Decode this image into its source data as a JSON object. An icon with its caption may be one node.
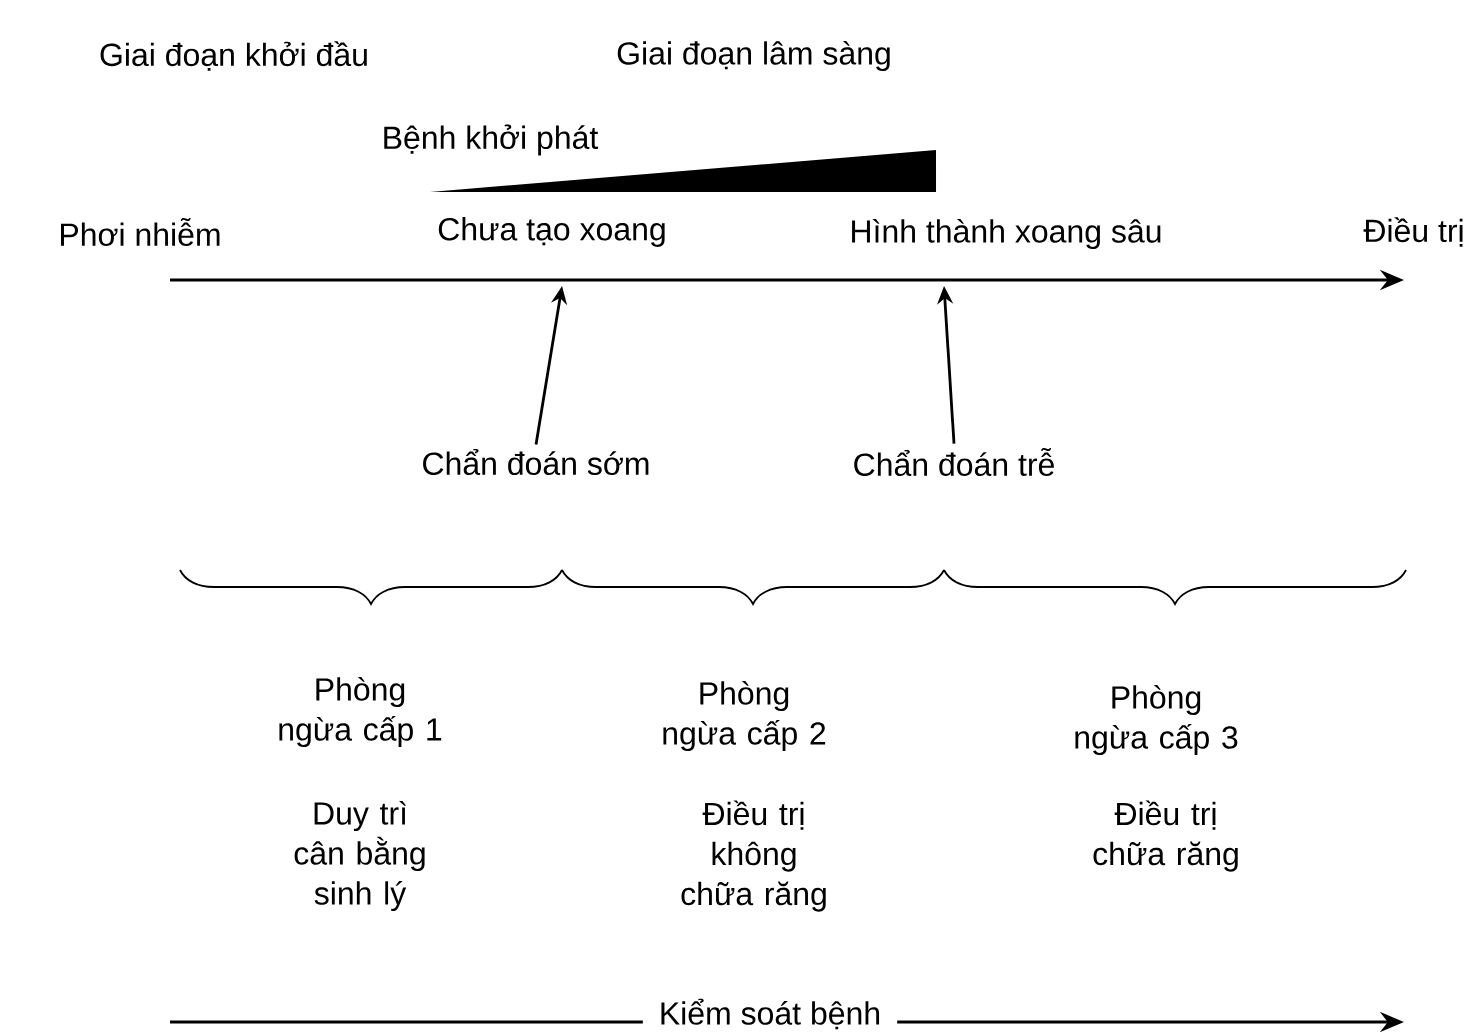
{
  "diagram": {
    "nodes": [
      {
        "text": [
          "Chẩn đoán sớm"
        ]
      },
      {
        "text": [
          "Chẩn đoán trễ"
        ]
      }
    ],
    "edges": [
      {
        "from": 0,
        "to": null,
        "arrow": "to"
      },
      {
        "from": 1,
        "to": null,
        "arrow": "to"
      }
    ],
    "labels": [
      "Giai đoạn khởi đầu",
      "Giai đoạn lâm sàng",
      "Bệnh khởi phát",
      "Phơi nhiễm",
      "Chưa tạo xoang",
      "Hình thành xoang sâu",
      "Điều trị",
      "Phòng ngừa cấp 1",
      "Phòng ngừa cấp 2",
      "Phòng ngừa cấp 3",
      "Duy trì cân bằng sinh lý",
      "Điều trị không chữa răng",
      "Điều trị chữa răng",
      "Kiểm soát bệnh"
    ]
  }
}
